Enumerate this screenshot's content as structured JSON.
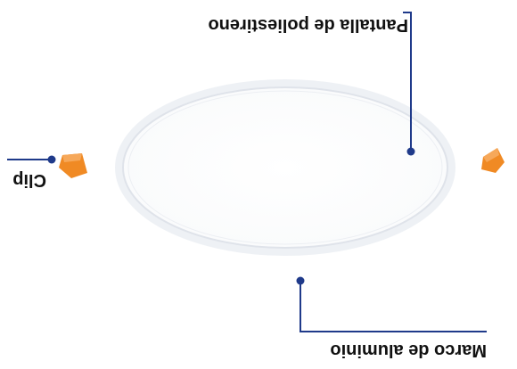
{
  "colors": {
    "leader_line": "#1f3a8a",
    "label_text": "#111111",
    "clip": "#f08a24",
    "panel_edge": "#dfe3ea",
    "panel_fill": "#fbfcfd"
  },
  "labels": {
    "diffuser": "Pantalla de poliestireno",
    "frame": "Marco de aluminio",
    "clip": "Clip"
  }
}
